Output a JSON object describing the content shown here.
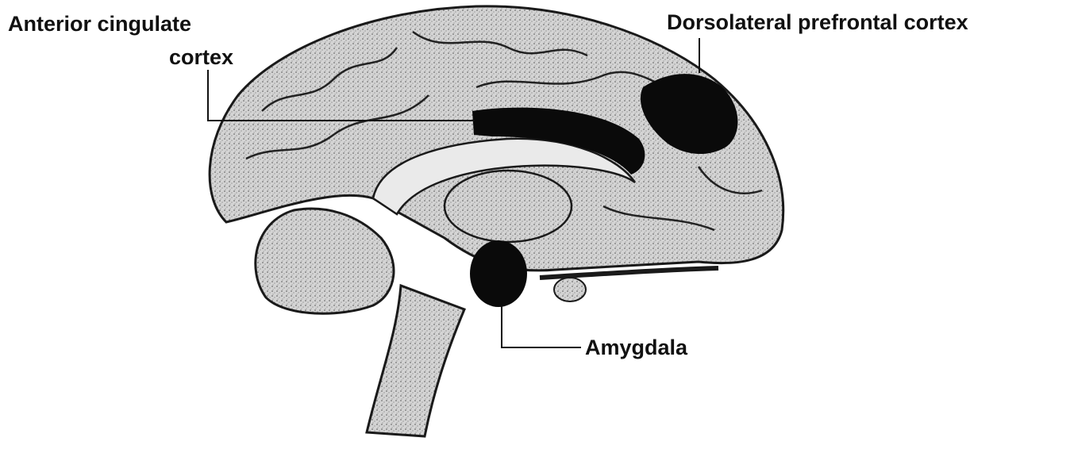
{
  "labels": {
    "anterior_cingulate_line1": "Anterior cingulate",
    "anterior_cingulate_line2": "cortex",
    "dorsolateral_prefrontal": "Dorsolateral prefrontal cortex",
    "amygdala": "Amygdala"
  },
  "colors": {
    "brain_tissue": "#cfcfcf",
    "highlighted_region": "#0a0a0a",
    "outline": "#1a1a1a",
    "background": "#ffffff"
  }
}
